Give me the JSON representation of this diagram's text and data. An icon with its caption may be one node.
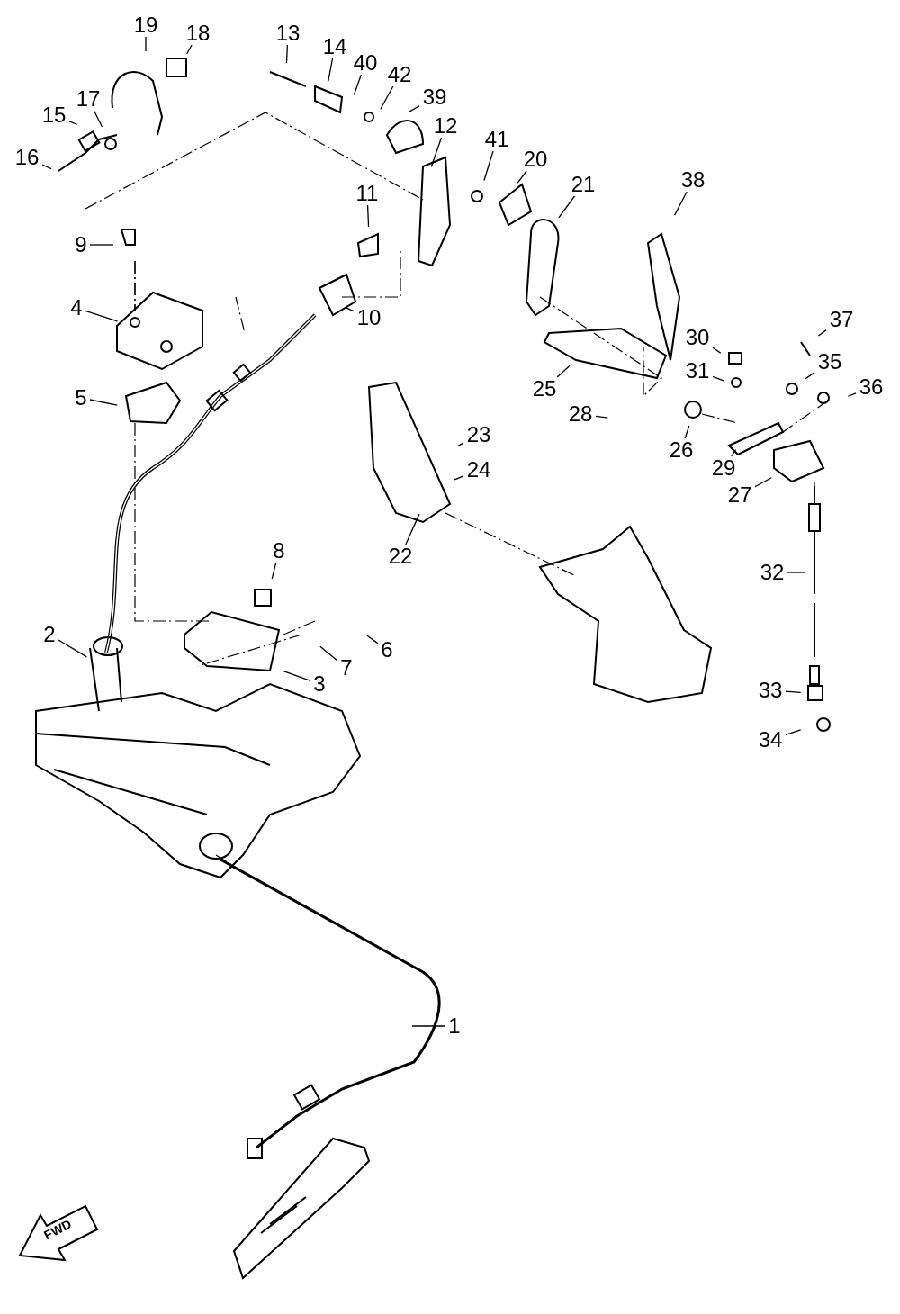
{
  "diagram": {
    "nodes": [
      {
        "text": [
          "1"
        ]
      },
      {
        "text": [
          "2"
        ]
      },
      {
        "text": [
          "3"
        ]
      },
      {
        "text": [
          "4"
        ]
      },
      {
        "text": [
          "5"
        ]
      },
      {
        "text": [
          "6"
        ]
      },
      {
        "text": [
          "7"
        ]
      },
      {
        "text": [
          "8"
        ]
      },
      {
        "text": [
          "9"
        ]
      },
      {
        "text": [
          "10"
        ]
      },
      {
        "text": [
          "11"
        ]
      },
      {
        "text": [
          "12"
        ]
      },
      {
        "text": [
          "13"
        ]
      },
      {
        "text": [
          "14"
        ]
      },
      {
        "text": [
          "15"
        ]
      },
      {
        "text": [
          "16"
        ]
      },
      {
        "text": [
          "17"
        ]
      },
      {
        "text": [
          "18"
        ]
      },
      {
        "text": [
          "19"
        ]
      },
      {
        "text": [
          "20"
        ]
      },
      {
        "text": [
          "21"
        ]
      },
      {
        "text": [
          "22"
        ]
      },
      {
        "text": [
          "23"
        ]
      },
      {
        "text": [
          "24"
        ]
      },
      {
        "text": [
          "25"
        ]
      },
      {
        "text": [
          "26"
        ]
      },
      {
        "text": [
          "27"
        ]
      },
      {
        "text": [
          "28"
        ]
      },
      {
        "text": [
          "29"
        ]
      },
      {
        "text": [
          "30"
        ]
      },
      {
        "text": [
          "31"
        ]
      },
      {
        "text": [
          "32"
        ]
      },
      {
        "text": [
          "33"
        ]
      },
      {
        "text": [
          "34"
        ]
      },
      {
        "text": [
          "35"
        ]
      },
      {
        "text": [
          "36"
        ]
      },
      {
        "text": [
          "37"
        ]
      },
      {
        "text": [
          "38"
        ]
      },
      {
        "text": [
          "39"
        ]
      },
      {
        "text": [
          "40"
        ]
      },
      {
        "text": [
          "41"
        ]
      },
      {
        "text": [
          "42"
        ]
      }
    ],
    "edges": [
      {
        "from": 0,
        "to": null,
        "arrow": "none"
      },
      {
        "from": 1,
        "to": null,
        "arrow": "none"
      },
      {
        "from": 2,
        "to": null,
        "arrow": "none"
      },
      {
        "from": 3,
        "to": null,
        "arrow": "none"
      },
      {
        "from": 4,
        "to": null,
        "arrow": "none"
      },
      {
        "from": 5,
        "to": null,
        "arrow": "none"
      },
      {
        "from": 6,
        "to": null,
        "arrow": "none"
      },
      {
        "from": 7,
        "to": null,
        "arrow": "none"
      },
      {
        "from": 8,
        "to": null,
        "arrow": "none"
      },
      {
        "from": 9,
        "to": null,
        "arrow": "none"
      },
      {
        "from": 10,
        "to": null,
        "arrow": "none"
      },
      {
        "from": 11,
        "to": null,
        "arrow": "none"
      },
      {
        "from": 12,
        "to": null,
        "arrow": "none"
      },
      {
        "from": 13,
        "to": null,
        "arrow": "none"
      },
      {
        "from": 14,
        "to": null,
        "arrow": "none"
      },
      {
        "from": 15,
        "to": null,
        "arrow": "none"
      },
      {
        "from": 16,
        "to": null,
        "arrow": "none"
      },
      {
        "from": 17,
        "to": null,
        "arrow": "none"
      },
      {
        "from": 18,
        "to": null,
        "arrow": "none"
      },
      {
        "from": 19,
        "to": null,
        "arrow": "none"
      },
      {
        "from": 20,
        "to": null,
        "arrow": "none"
      },
      {
        "from": 21,
        "to": null,
        "arrow": "none"
      },
      {
        "from": 22,
        "to": null,
        "arrow": "none"
      },
      {
        "from": 23,
        "to": null,
        "arrow": "none"
      },
      {
        "from": 24,
        "to": null,
        "arrow": "none"
      },
      {
        "from": 25,
        "to": null,
        "arrow": "none"
      },
      {
        "from": 26,
        "to": null,
        "arrow": "none"
      },
      {
        "from": 27,
        "to": null,
        "arrow": "none"
      },
      {
        "from": 28,
        "to": null,
        "arrow": "none"
      },
      {
        "from": 29,
        "to": null,
        "arrow": "none"
      },
      {
        "from": 30,
        "to": null,
        "arrow": "none"
      },
      {
        "from": 31,
        "to": null,
        "arrow": "none"
      },
      {
        "from": 32,
        "to": null,
        "arrow": "none"
      },
      {
        "from": 33,
        "to": null,
        "arrow": "none"
      },
      {
        "from": 34,
        "to": null,
        "arrow": "none"
      },
      {
        "from": 35,
        "to": null,
        "arrow": "none"
      },
      {
        "from": 36,
        "to": null,
        "arrow": "none"
      },
      {
        "from": 37,
        "to": null,
        "arrow": "none"
      },
      {
        "from": 38,
        "to": null,
        "arrow": "none"
      },
      {
        "from": 39,
        "to": null,
        "arrow": "none"
      },
      {
        "from": 40,
        "to": null,
        "arrow": "none"
      },
      {
        "from": 41,
        "to": null,
        "arrow": "none"
      }
    ],
    "labels": [
      "FWD"
    ]
  }
}
